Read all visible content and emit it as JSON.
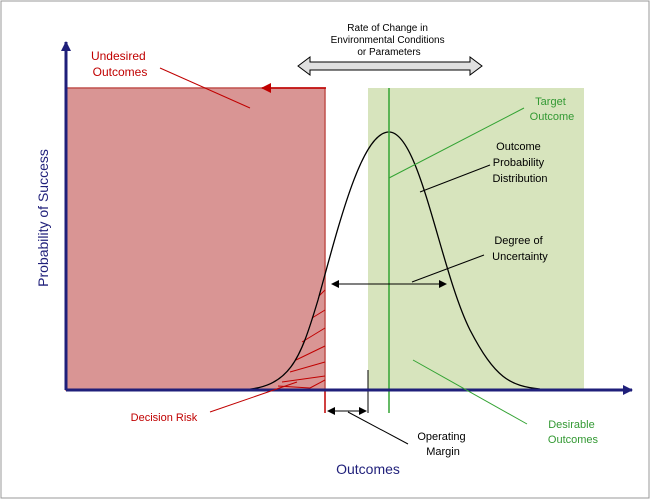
{
  "diagram": {
    "axes": {
      "y_label": "Probability of Success",
      "x_label": "Outcomes"
    },
    "labels": {
      "rate_of_change": [
        "Rate of Change in",
        "Environmental Conditions",
        "or Parameters"
      ],
      "undesired_outcomes": [
        "Undesired",
        "Outcomes"
      ],
      "target_outcome": [
        "Target",
        "Outcome"
      ],
      "outcome_probability_distribution": [
        "Outcome",
        "Probability",
        "Distribution"
      ],
      "degree_of_uncertainty": [
        "Degree of",
        "Uncertainty"
      ],
      "decision_risk": "Decision Risk",
      "desirable_outcomes": [
        "Desirable",
        "Outcomes"
      ],
      "operating_margin": [
        "Operating",
        "Margin"
      ]
    },
    "colors": {
      "undesired_region": "#d99594",
      "undesired_border": "#c0504d",
      "desirable_region": "#d7e4bd",
      "axis": "#1f1f7a",
      "red_text": "#c00000",
      "green_text": "#339933",
      "target_line": "#33a333",
      "curve": "#000000"
    }
  }
}
